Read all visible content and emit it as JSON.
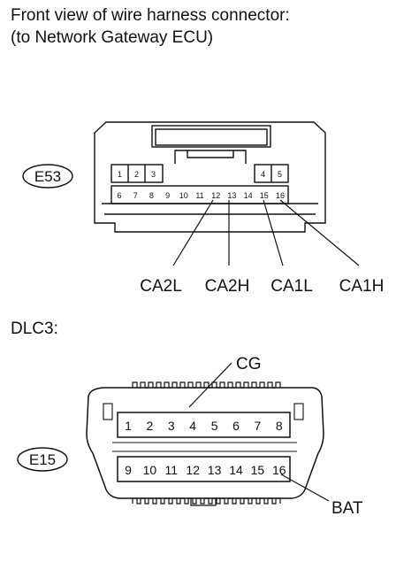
{
  "header": {
    "line1": "Front view of wire harness connector:",
    "line2": "(to Network Gateway ECU)"
  },
  "e53": {
    "code": "E53",
    "top_row": [
      "1",
      "2",
      "3",
      "4",
      "5"
    ],
    "bottom_row": [
      "6",
      "7",
      "8",
      "9",
      "10",
      "11",
      "12",
      "13",
      "14",
      "15",
      "16"
    ],
    "labels": [
      "CA2L",
      "CA2H",
      "CA1L",
      "CA1H"
    ]
  },
  "dlc3": {
    "heading": "DLC3:",
    "code": "E15",
    "top_row": [
      "1",
      "2",
      "3",
      "4",
      "5",
      "6",
      "7",
      "8"
    ],
    "bottom_row": [
      "9",
      "10",
      "11",
      "12",
      "13",
      "14",
      "15",
      "16"
    ],
    "label_cg": "CG",
    "label_bat": "BAT"
  }
}
